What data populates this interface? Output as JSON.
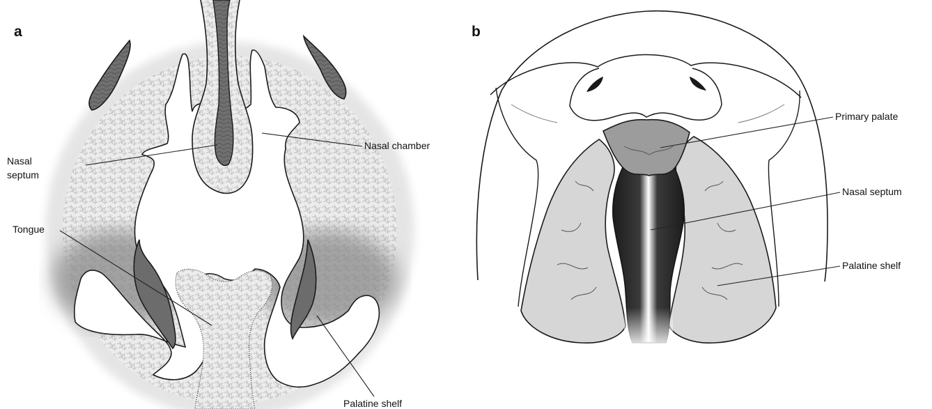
{
  "panel_a": {
    "letter": "a",
    "labels": {
      "nasal_chamber": "Nasal chamber",
      "nasal_septum_line1": "Nasal",
      "nasal_septum_line2": "septum",
      "tongue": "Tongue",
      "palatine_shelf": "Palatine shelf"
    }
  },
  "panel_b": {
    "letter": "b",
    "labels": {
      "primary_palate": "Primary palate",
      "nasal_septum": "Nasal septum",
      "palatine_shelf": "Palatine shelf"
    }
  },
  "colors": {
    "tissue_texture": "#d0d0d0",
    "dark_tissue": "#6e6e6e",
    "palatal_shelf_b": "#d4d4d4",
    "primary_palate_b": "#9a9a9a",
    "septum_dark": "#1c1c1c"
  }
}
